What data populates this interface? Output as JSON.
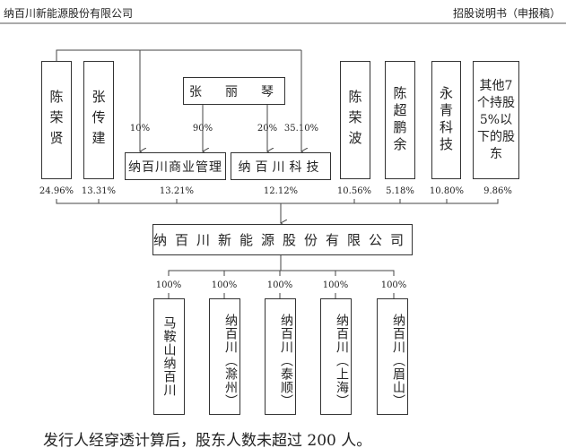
{
  "header": {
    "company": "纳百川新能源股份有限公司",
    "doc": "招股说明书（申报稿）"
  },
  "shareholders": [
    {
      "name": "陈荣贤",
      "pct": "24.96%"
    },
    {
      "name": "张传建",
      "pct": "13.31%"
    },
    {
      "name": "纳百川商业管理",
      "pct": "13.21%"
    },
    {
      "name": "纳百川科技",
      "pct": "12.12%"
    },
    {
      "name": "陈荣波",
      "pct": "10.56%"
    },
    {
      "name": "陈超鹏余",
      "pct": "5.18%"
    },
    {
      "name": "永青科技",
      "pct": "10.80%"
    },
    {
      "name": "其他7个持股5%以下的股东",
      "pct": "9.86%"
    }
  ],
  "zhang_liqin": {
    "name": "张　丽　琴",
    "to_mgmt": "90%",
    "to_tech": "20%"
  },
  "chen_rongxian_links": {
    "to_mgmt": "10%",
    "to_tech": "35.10%"
  },
  "company": "纳百川新能源股份有限公司",
  "subsidiaries": [
    {
      "name": "马鞍山纳百川",
      "pct": "100%"
    },
    {
      "name": "纳百川（滁州）",
      "pct": "100%"
    },
    {
      "name": "纳百川（泰顺）",
      "pct": "100%"
    },
    {
      "name": "纳百川（上海）",
      "pct": "100%"
    },
    {
      "name": "纳百川（眉山）",
      "pct": "100%"
    }
  ],
  "footnote": "发行人经穿透计算后，股东人数未超过 200 人。"
}
